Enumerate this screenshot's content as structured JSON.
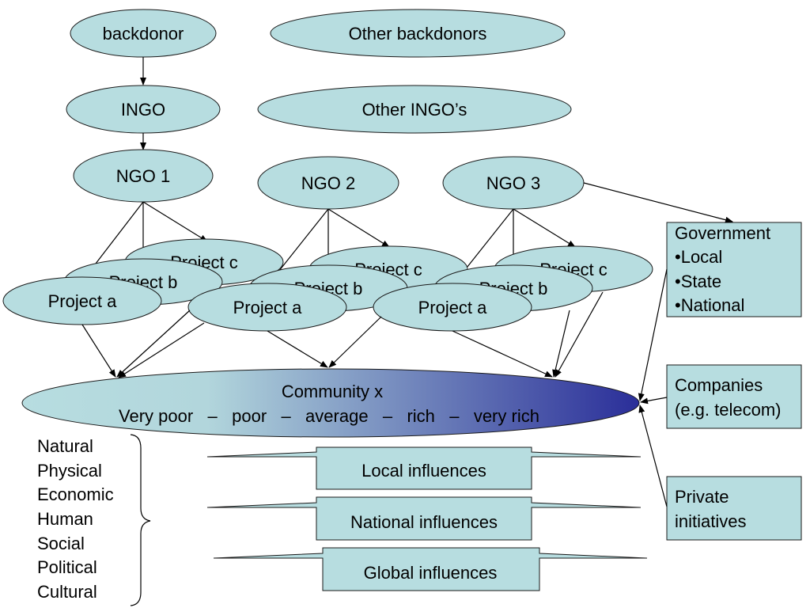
{
  "nodes": {
    "backdonor": "backdonor",
    "other_backdonors": "Other backdonors",
    "ingo": "INGO",
    "other_ingos": "Other INGO’s",
    "ngo1": "NGO 1",
    "ngo2": "NGO 2",
    "ngo3": "NGO 3",
    "project_a": "Project a",
    "project_b": "Project b",
    "project_c": "Project c"
  },
  "community": {
    "title": "Community x",
    "scale": "Very poor   –   poor   –   average   –   rich   –   very rich",
    "gradient_start": "#b7dde0",
    "gradient_end": "#2a2e99"
  },
  "government": {
    "title": "Government",
    "items": [
      "•Local",
      "•State",
      "•National"
    ]
  },
  "companies": {
    "line1": "Companies",
    "line2": "(e.g. telecom)"
  },
  "private": {
    "line1": "Private",
    "line2": "initiatives"
  },
  "influences": {
    "local": "Local influences",
    "national": "National influences",
    "global": "Global influences"
  },
  "factors": [
    "Natural",
    "Physical",
    "Economic",
    "Human",
    "Social",
    "Political",
    "Cultural"
  ],
  "colors": {
    "node_fill": "#b7dde0",
    "stroke": "#1a1a1a"
  }
}
